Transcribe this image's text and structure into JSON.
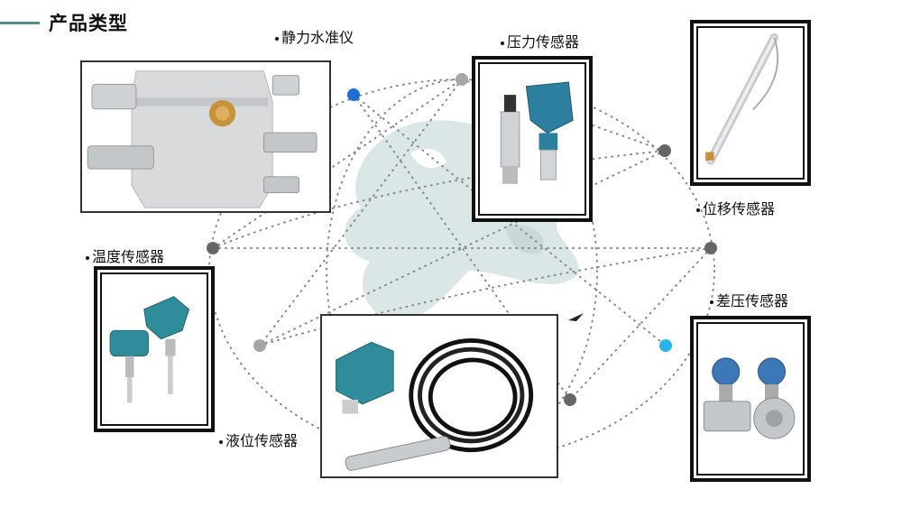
{
  "title": "产品类型",
  "colors": {
    "accent": "#4f8f86",
    "node_gray": "#666666",
    "node_blue": "#1f6fd0",
    "node_cyan": "#2ab2ee",
    "map": "#dbe6e6"
  },
  "products": {
    "level": "静力水准仪",
    "pressure": "压力传感器",
    "displacement": "位移传感器",
    "temperature": "温度传感器",
    "diff_pressure": "差压传感器",
    "liquid_level": "液位传感器"
  }
}
